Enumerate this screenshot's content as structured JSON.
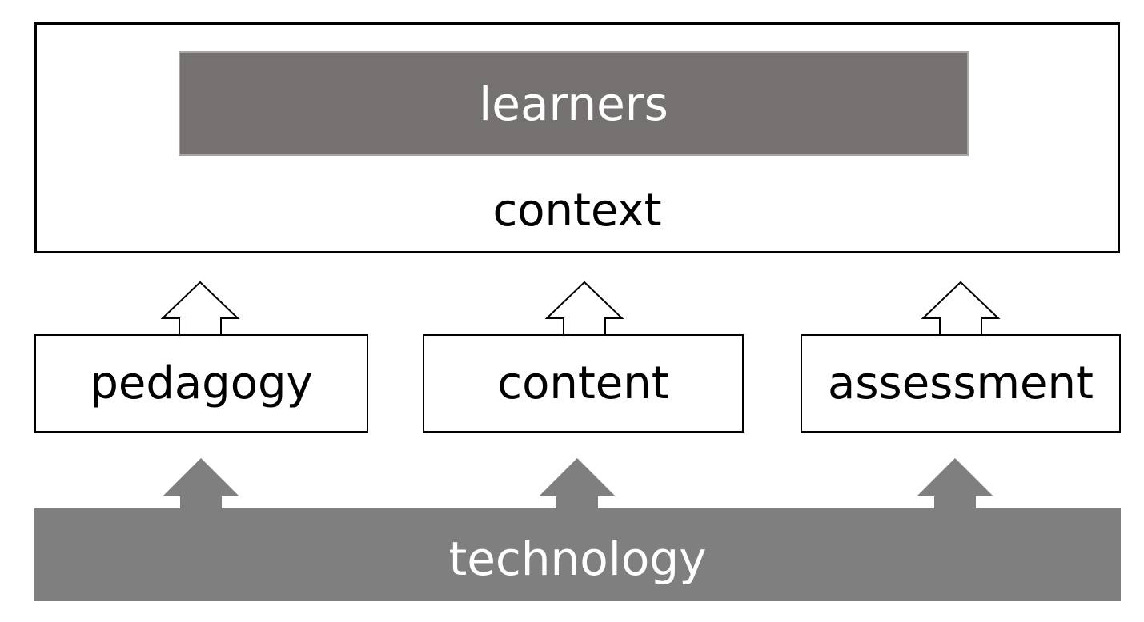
{
  "context": {
    "label": "context",
    "learners_label": "learners"
  },
  "pillars": [
    {
      "label": "pedagogy"
    },
    {
      "label": "content"
    },
    {
      "label": "assessment"
    }
  ],
  "technology": {
    "label": "technology"
  },
  "colors": {
    "learners_fill": "#757170",
    "technology_fill": "#7f7f7f",
    "outline": "#000000",
    "background": "#ffffff"
  },
  "icons": {
    "outline_arrow": "up-arrow-outline-icon",
    "filled_arrow": "up-arrow-filled-icon"
  }
}
